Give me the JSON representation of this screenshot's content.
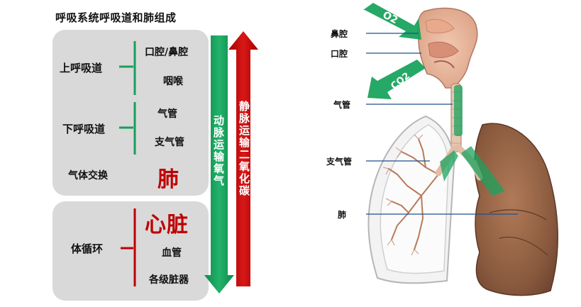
{
  "title": "呼吸系统呼吸道和肺组成",
  "groups": {
    "upper": {
      "label": "上呼吸道",
      "items": [
        "口腔/鼻腔",
        "咽喉"
      ]
    },
    "lower": {
      "label": "下呼吸道",
      "items": [
        "气管",
        "支气管"
      ]
    },
    "exchange": {
      "label": "气体交换",
      "organ": "肺"
    },
    "circulation": {
      "label": "体循环",
      "items": [
        "心脏",
        "血管",
        "各级脏器"
      ]
    }
  },
  "arrows": {
    "artery": "动脉运输氧气",
    "vein": "静脉运输二氧化碳"
  },
  "anatomy": {
    "labels": [
      "鼻腔",
      "口腔",
      "气管",
      "支气管",
      "肺"
    ],
    "o2_badge": "O2",
    "co2_badge": "CO2"
  },
  "colors": {
    "green": "#1a9d5c",
    "red": "#c00000",
    "panel": "#d9d9d9"
  }
}
